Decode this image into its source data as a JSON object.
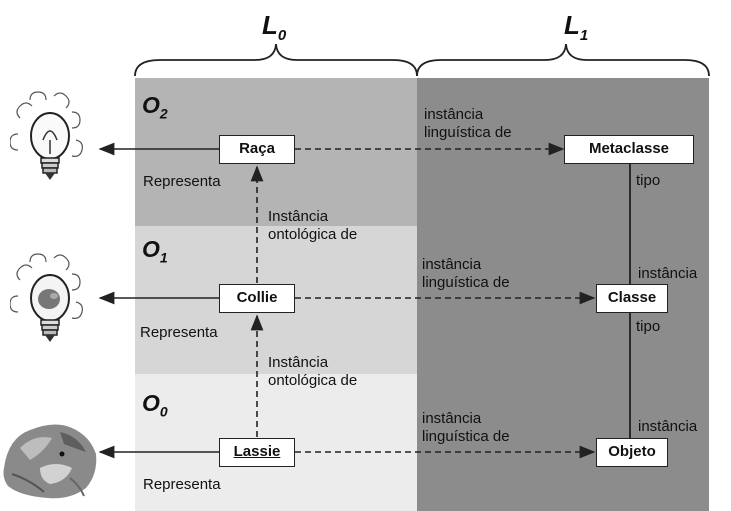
{
  "layers": {
    "l0": {
      "letter": "L",
      "sub": "0"
    },
    "l1": {
      "letter": "L",
      "sub": "1"
    }
  },
  "levels": {
    "o2": {
      "letter": "O",
      "sub": "2"
    },
    "o1": {
      "letter": "O",
      "sub": "1"
    },
    "o0": {
      "letter": "O",
      "sub": "0"
    }
  },
  "boxes": {
    "raca": "Raça",
    "collie": "Collie",
    "lassie": "Lassie",
    "metaclasse": "Metaclasse",
    "classe": "Classe",
    "objeto": "Objeto"
  },
  "labels": {
    "represents_1": "Representa",
    "represents_2": "Representa",
    "represents_3": "Representa",
    "onto_1_line1": "Instância",
    "onto_1_line2": "ontológica de",
    "onto_2_line1": "Instância",
    "onto_2_line2": "ontológica de",
    "ling_1_line1": "instância",
    "ling_1_line2": "linguística de",
    "ling_2_line1": "instância",
    "ling_2_line2": "linguística de",
    "ling_3_line1": "instância",
    "ling_3_line2": "linguística de",
    "tipo_1": "tipo",
    "tipo_2": "tipo",
    "instancia_1": "instância",
    "instancia_2": "instância"
  },
  "colors": {
    "o2_band": "#b4b4b4",
    "o1_band": "#d6d6d6",
    "o0_band": "#ececec",
    "l1_band": "#8c8c8c"
  },
  "icons": [
    "lightbulb-icon",
    "lightbulb-dog-icon",
    "dog-photo"
  ]
}
